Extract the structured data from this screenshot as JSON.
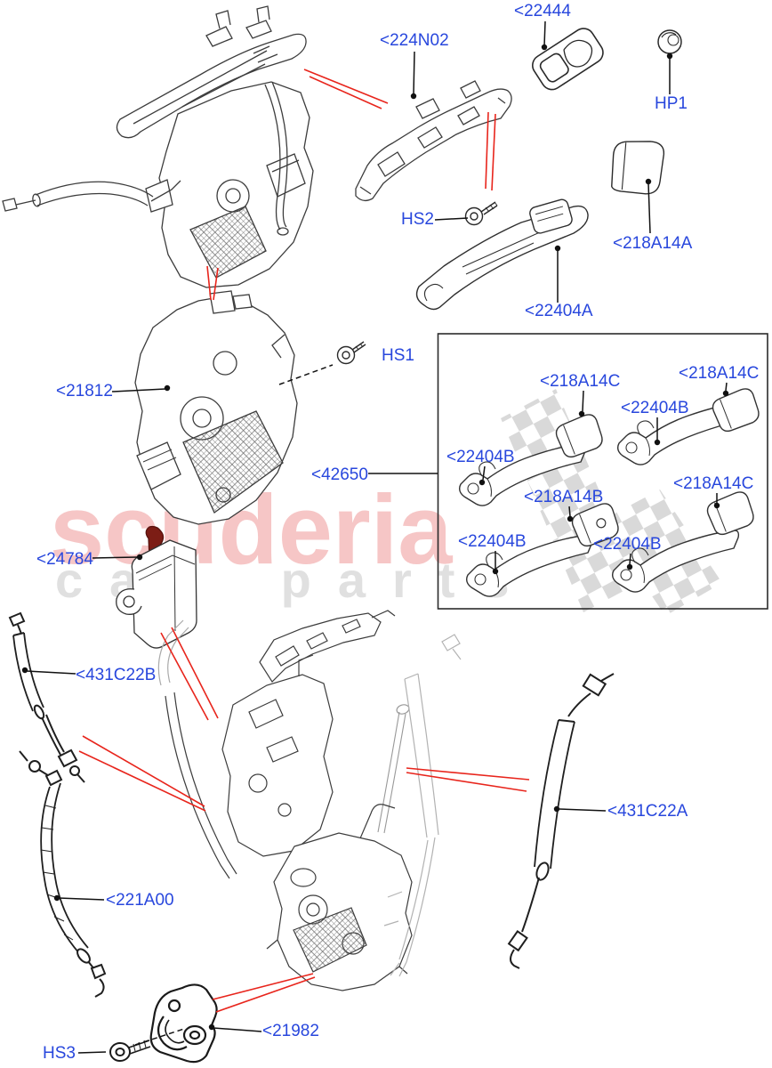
{
  "page": {
    "type": "parts-diagram",
    "topic": "door lock and handle exploded view"
  },
  "watermark": {
    "brand": "scuderia",
    "tagline": "car parts",
    "brand_color": "#f6c6c6",
    "tagline_color": "#e0e0e0"
  },
  "colors": {
    "label_blue": "#2847dd",
    "callout_red": "#e8251c",
    "line_dark": "#3c3c3c",
    "line_bold": "#1f1f1f",
    "ghost_gray": "#b2b2b2",
    "checker_gray": "#d9d9d9",
    "clip_maroon": "#7c1d15"
  },
  "labels": {
    "l224N02": "<224N02",
    "l22444": "<22444",
    "hp1": "HP1",
    "hs2": "HS2",
    "l218A14A": "<218A14A",
    "l22404A": "<22404A",
    "hs1": "HS1",
    "l21812": "<21812",
    "l42650": "<42650",
    "l218A14C_1": "<218A14C",
    "l218A14C_2": "<218A14C",
    "l218A14C_3": "<218A14C",
    "l22404B_1": "<22404B",
    "l22404B_2": "<22404B",
    "l22404B_3": "<22404B",
    "l22404B_4": "<22404B",
    "l218A14B": "<218A14B",
    "l24784": "<24784",
    "l431C22B": "<431C22B",
    "l221A00": "<221A00",
    "l21982": "<21982",
    "hs3": "HS3",
    "l431C22A": "<431C22A"
  }
}
